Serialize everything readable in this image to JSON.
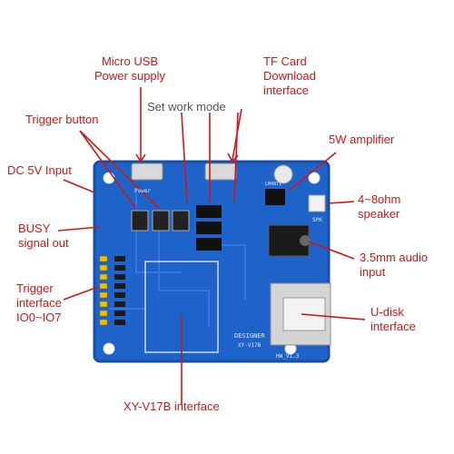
{
  "colors": {
    "accent": "#d21515",
    "board": "#1e63c9",
    "board_edge": "#174fa6",
    "note": "#555555"
  },
  "labels": {
    "micro_usb": [
      "Micro USB",
      "Power supply"
    ],
    "tf_card": [
      "TF Card",
      "Download",
      "interface"
    ],
    "set_work_mode": "Set work mode",
    "trigger_button": "Trigger button",
    "amp_5w": "5W amplifier",
    "dc_5v": "DC 5V Input",
    "speaker": [
      "4~8ohm",
      "speaker"
    ],
    "busy": [
      "BUSY",
      "signal out"
    ],
    "audio_in": [
      "3.5mm audio",
      "input"
    ],
    "trigger_iface": [
      "Trigger",
      "interface",
      "IO0~IO7"
    ],
    "udisk": [
      "U-disk",
      "interface"
    ],
    "xy_v17b": "XY-V17B interface"
  },
  "silkscreen": {
    "designer": "DESIGNER",
    "model": "XY-V17B",
    "hw": "HW_V1.3",
    "power": "Power",
    "spk": "SPK",
    "chip": "LM4871"
  }
}
